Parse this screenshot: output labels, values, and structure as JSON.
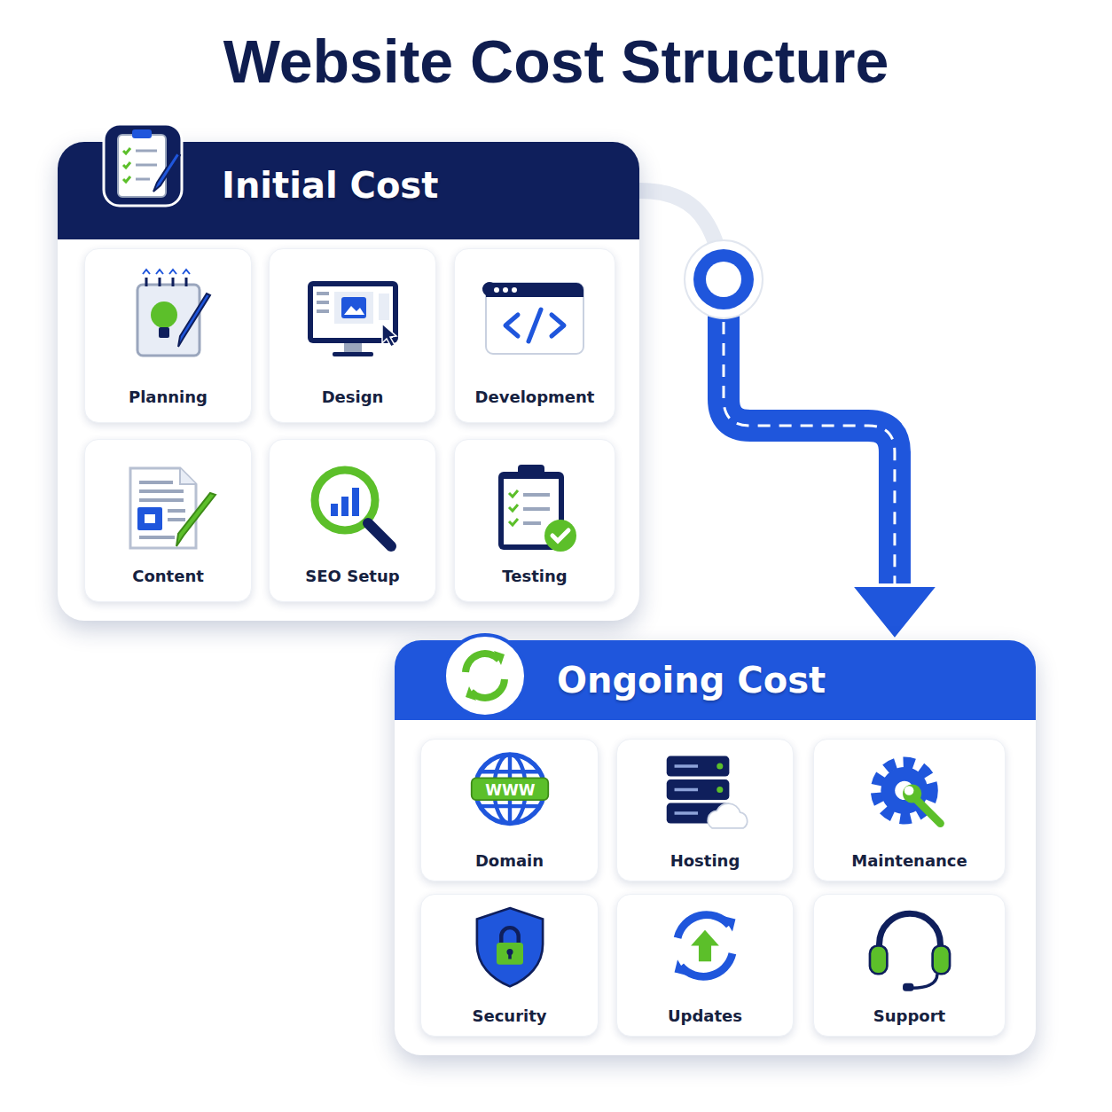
{
  "diagram": {
    "title": "Website Cost Structure",
    "nodes": [
      {
        "text": [
          "Initial Cost"
        ]
      },
      {
        "text": [
          "Planning"
        ],
        "in": 0
      },
      {
        "text": [
          "Design"
        ],
        "in": 0
      },
      {
        "text": [
          "Development"
        ],
        "in": 0
      },
      {
        "text": [
          "Content"
        ],
        "in": 0
      },
      {
        "text": [
          "SEO Setup"
        ],
        "in": 0
      },
      {
        "text": [
          "Testing"
        ],
        "in": 0
      },
      {
        "text": [
          "Ongoing Cost"
        ]
      },
      {
        "text": [
          "Domain"
        ],
        "in": 7
      },
      {
        "text": [
          "Hosting"
        ],
        "in": 7
      },
      {
        "text": [
          "Maintenance"
        ],
        "in": 7
      },
      {
        "text": [
          "Security"
        ],
        "in": 7
      },
      {
        "text": [
          "Updates"
        ],
        "in": 7
      },
      {
        "text": [
          "Support"
        ],
        "in": 7
      }
    ],
    "edges": [
      {
        "from": 0,
        "to": 7,
        "arrow": "to"
      }
    ],
    "labels": [
      "WWW"
    ]
  }
}
